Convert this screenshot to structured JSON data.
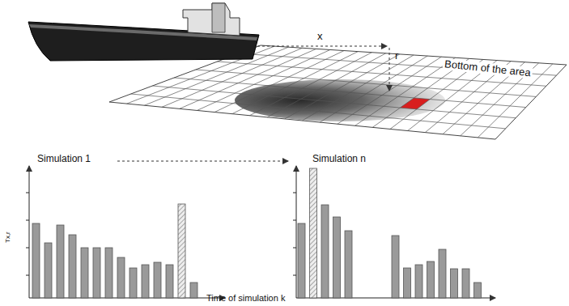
{
  "diagram": {
    "labels": [
      "x",
      "r",
      "Bottom of the area",
      "Simulation 1",
      "Simulation n",
      "Tx,r",
      "Time of simulation k"
    ]
  }
}
